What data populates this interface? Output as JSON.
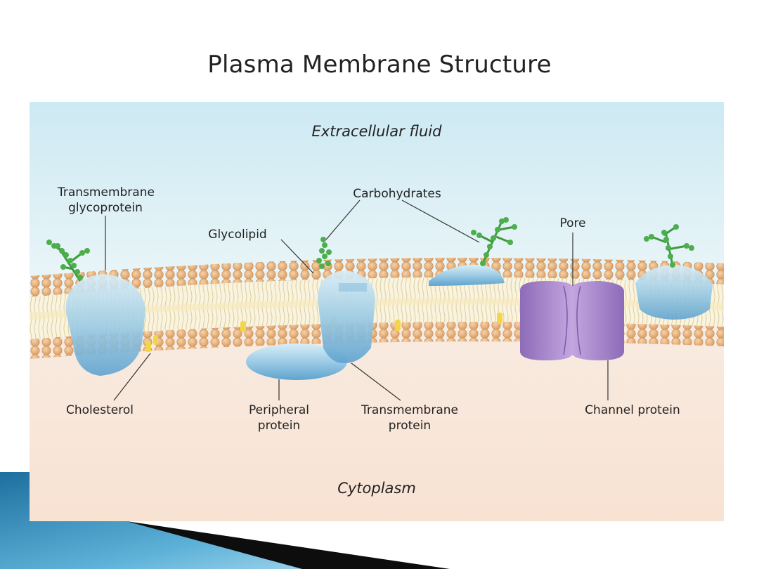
{
  "slide": {
    "title": "Plasma Membrane Structure"
  },
  "figure": {
    "regions": {
      "top": "Extracellular fluid",
      "bottom": "Cytoplasm"
    },
    "labels": {
      "transmembrane_glycoprotein": {
        "line1": "Transmembrane",
        "line2": "glycoprotein"
      },
      "carbohydrates": "Carbohydrates",
      "glycolipid": "Glycolipid",
      "pore": "Pore",
      "cholesterol": "Cholesterol",
      "peripheral_protein": {
        "line1": "Peripheral",
        "line2": "protein"
      },
      "transmembrane_protein": {
        "line1": "Transmembrane",
        "line2": "protein"
      },
      "channel_protein": "Channel protein"
    },
    "colors": {
      "extracellular": "#d8eef5",
      "cytoplasm": "#f7e3d4",
      "lipid_head": "#e8b27c",
      "protein": "#a9d4ea",
      "channel_protein": "#a785c9",
      "carbohydrate": "#4cae4c",
      "cholesterol": "#f2d64a"
    }
  }
}
